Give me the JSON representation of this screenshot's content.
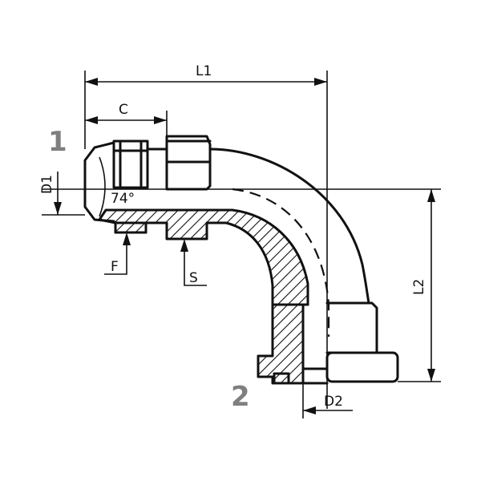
{
  "ports": {
    "port1": "1",
    "port2": "2"
  },
  "dimensions": {
    "L1": "L1",
    "L2": "L2",
    "C": "C",
    "D1": "D1",
    "D2": "D2",
    "F": "F",
    "S": "S",
    "angle": "74°"
  },
  "colors": {
    "line": "#111111",
    "port_label": "#7f7f7f",
    "background": "#ffffff"
  }
}
